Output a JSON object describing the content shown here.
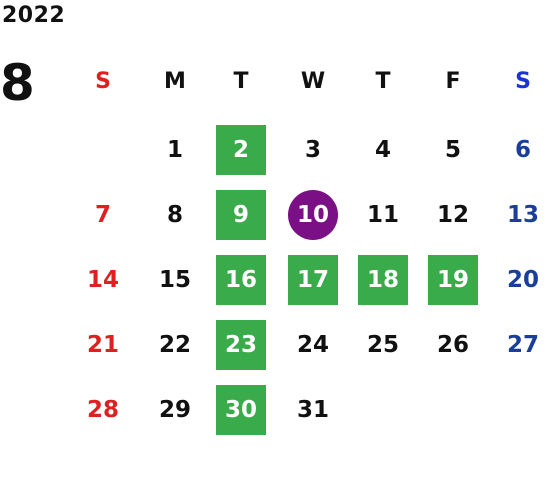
{
  "year": "2022",
  "month": "8",
  "colors": {
    "sunday": "#e02020",
    "saturday": "#1a3f9b",
    "weekday": "#111111",
    "highlight": "#3aab4b",
    "today": "#7b0f85"
  },
  "weekdays": [
    "S",
    "M",
    "T",
    "W",
    "T",
    "F",
    "S"
  ],
  "weeks": [
    [
      "",
      "1",
      "2",
      "3",
      "4",
      "5",
      "6"
    ],
    [
      "7",
      "8",
      "9",
      "10",
      "11",
      "12",
      "13"
    ],
    [
      "14",
      "15",
      "16",
      "17",
      "18",
      "19",
      "20"
    ],
    [
      "21",
      "22",
      "23",
      "24",
      "25",
      "26",
      "27"
    ],
    [
      "28",
      "29",
      "30",
      "31",
      "",
      "",
      ""
    ]
  ],
  "highlighted_dates": [
    "2",
    "9",
    "16",
    "17",
    "18",
    "19",
    "23",
    "30"
  ],
  "today": "10"
}
